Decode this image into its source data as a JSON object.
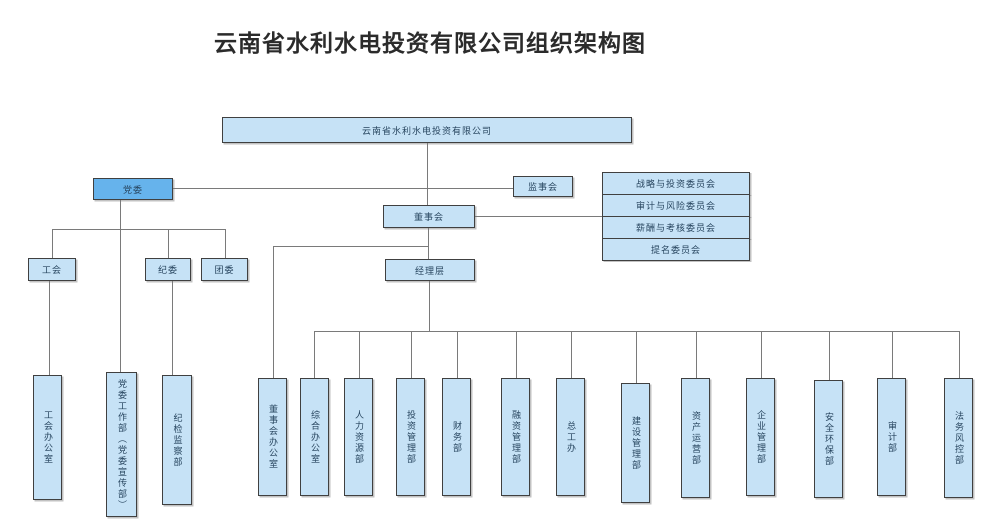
{
  "title": "云南省水利水电投资有限公司组织架构图",
  "chart": {
    "root": "云南省水利水电投资有限公司",
    "party_committee": "党委",
    "supervisory_board": "监事会",
    "board": "董事会",
    "management": "经理层",
    "board_committees": [
      "战略与投资委员会",
      "审计与风险委员会",
      "薪酬与考核委员会",
      "提名委员会"
    ],
    "party_orgs": [
      "工会",
      "纪委",
      "团委"
    ],
    "party_offices": [
      "工会办公室",
      "党委工作部（党委宣传部）",
      "纪检监察部"
    ],
    "departments": [
      "董事会办公室",
      "综合办公室",
      "人力资源部",
      "投资管理部",
      "财务部",
      "融资管理部",
      "总工办",
      "建设管理部",
      "资产运营部",
      "企业管理部",
      "安全环保部",
      "审计部",
      "法务风控部"
    ]
  },
  "colors": {
    "box_fill": "#c6e2f6",
    "party_fill": "#66b3ec",
    "border": "#404040",
    "line": "#7a7a7a",
    "title_text": "#2b2b2b",
    "box_text": "#27455f"
  }
}
